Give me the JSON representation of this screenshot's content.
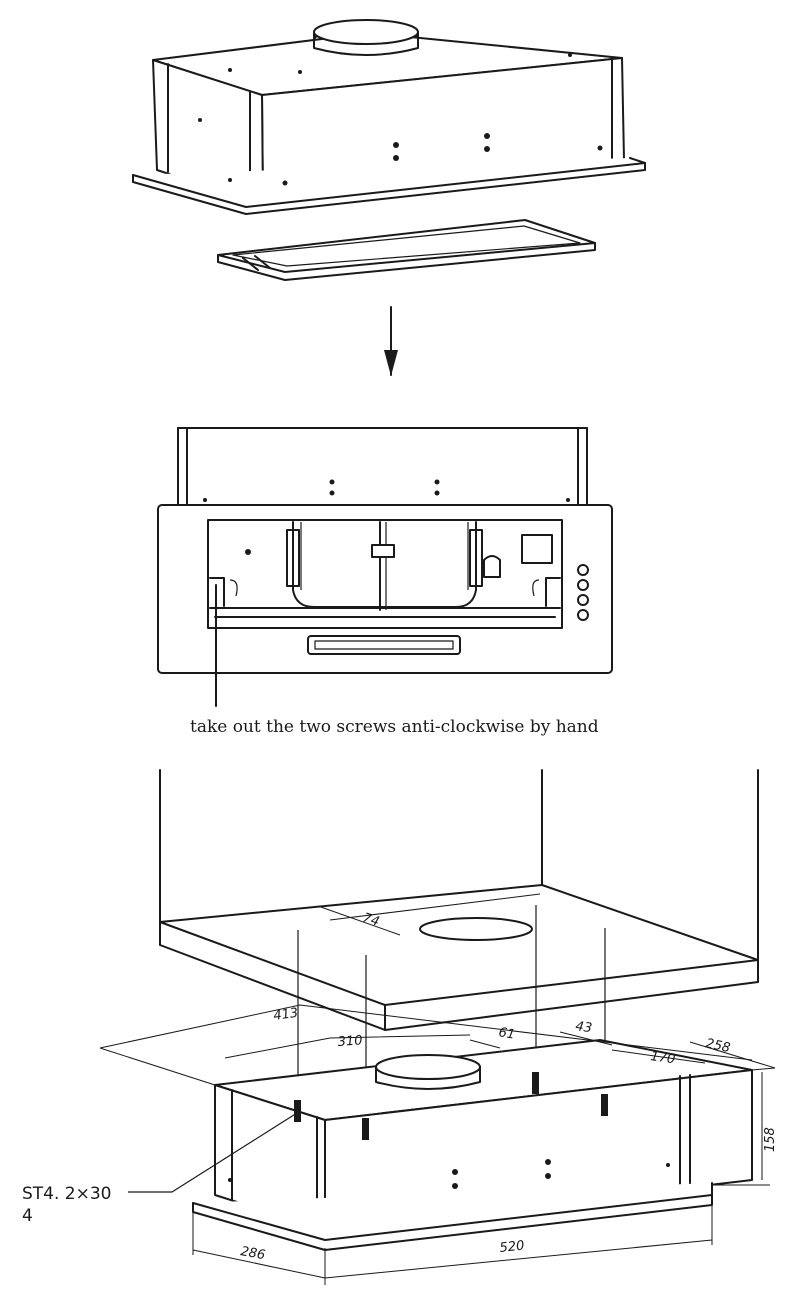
{
  "caption": "take out the two screws anti-clockwise by hand",
  "screw": {
    "spec": "ST4. 2×30",
    "quantity": "4"
  },
  "dimensions": {
    "d74": "74",
    "d413": "413",
    "d310": "310",
    "d61": "61",
    "d43": "43",
    "d170": "170",
    "d258": "258",
    "d158": "158",
    "d286": "286",
    "d520": "520"
  }
}
